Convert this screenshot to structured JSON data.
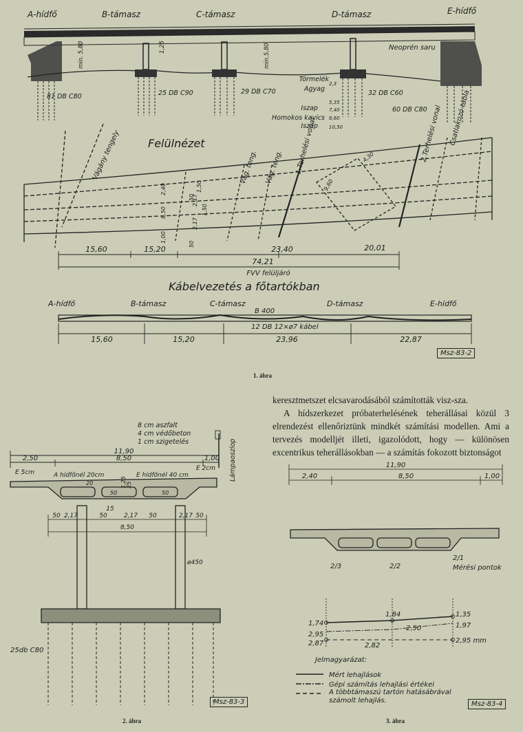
{
  "fig1": {
    "supports": [
      "A-hídfő",
      "B-támasz",
      "C-támasz",
      "D-támasz",
      "E-hídfő"
    ],
    "neoprene": "Neoprén saru",
    "heights": {
      "h_b": "min. 5,80",
      "h_c": "1,25",
      "h_d": "min.5,80"
    },
    "piles": [
      "81 DB C80",
      "25 DB C90",
      "29 DB C70",
      "32 DB C60",
      "60 DB C80"
    ],
    "soil_layers": [
      "Törmelék",
      "Agyag",
      "Iszap",
      "Homokos kavics",
      "Iszap"
    ],
    "soil_levels": [
      "2,3",
      "5,35",
      "7,40",
      "8,60",
      "10,50"
    ],
    "plan_title": "Felülnézet",
    "plan_labels": [
      "Vágány tengely",
      "Vág. teng.",
      "Vág. teng.",
      "1.Terhelési vonal",
      "2.Terhelési vonal",
      "Csatlakozó tábla"
    ],
    "plan_small_dims": [
      "4,30",
      "9,60",
      "2,40",
      "8,50",
      "1,00",
      "1,50",
      "1,50",
      "2,17",
      "2,17",
      "50",
      "50"
    ],
    "plan_dims": [
      "15,60",
      "15,20",
      "23,40",
      "20,01"
    ],
    "plan_total": "74,21",
    "plan_caption": "FVV felüljáró",
    "cable_title": "Kábelvezetés a főtartókban",
    "cable_supports": [
      "A-hídfő",
      "B-támasz",
      "C-támasz",
      "D-támasz",
      "E-hídfő"
    ],
    "cable_b": "B 400",
    "cable_spec": "12 DB 12×ø7 kábel",
    "cable_dims": [
      "15,60",
      "15,20",
      "23,96",
      "22,87"
    ],
    "code": "Msz-83-2",
    "caption": "1. ábra"
  },
  "body": {
    "p1": "keresztmetszet elcsavarodásából számították visz-sza.",
    "p2": "A hídszerkezet próbaterhelésének teherállásai közül 3 elrendezést ellenőriztünk mindkét számítási modellen. Ami a tervezés modelljét illeti, igazolódott, hogy — különösen excentrikus teherállásokban — a számítás fokozott biztonságot"
  },
  "fig2": {
    "layers": [
      "8 cm aszfalt",
      "4 cm védőbeton",
      "1 cm szigetelés"
    ],
    "lamp": "Lámpaoszlop",
    "w_total": "11,90",
    "w_parts": [
      "2,50",
      "8,50",
      "1,00"
    ],
    "edge_left": "E 5cm",
    "a_load": "A hídfőnél 20cm",
    "e_load": "E hídfőnél 40 cm",
    "e_right": "E 2cm",
    "inner": [
      "50",
      "50",
      "20",
      "25",
      "1,25"
    ],
    "bottom": [
      "50",
      "2,17",
      "50",
      "15",
      "2,17",
      "50",
      "2,17",
      "50"
    ],
    "bottom_total": "8,50",
    "diameter": "ø450",
    "piles": "25db C80",
    "code": "Msz-83-3",
    "caption": "2. ábra"
  },
  "fig3": {
    "w_total": "11,90",
    "w_parts": [
      "2,40",
      "8,50",
      "1,00"
    ],
    "points": [
      "2/3",
      "2/2",
      "2/1"
    ],
    "points_label": "Mérési pontok",
    "values": [
      "1,74",
      "1,84",
      "1,35",
      "2,50",
      "1,97",
      "2,95",
      "2,87",
      "2,82",
      "2,95 mm"
    ],
    "legend_title": "Jelmagyarázat:",
    "legend": [
      "Mért lehajlások",
      "Gépi számítás lehajlási értékei",
      "A többtámaszú tartón hatásábrával számolt lehajlás."
    ],
    "code": "Msz-83-4",
    "caption": "3. ábra"
  }
}
